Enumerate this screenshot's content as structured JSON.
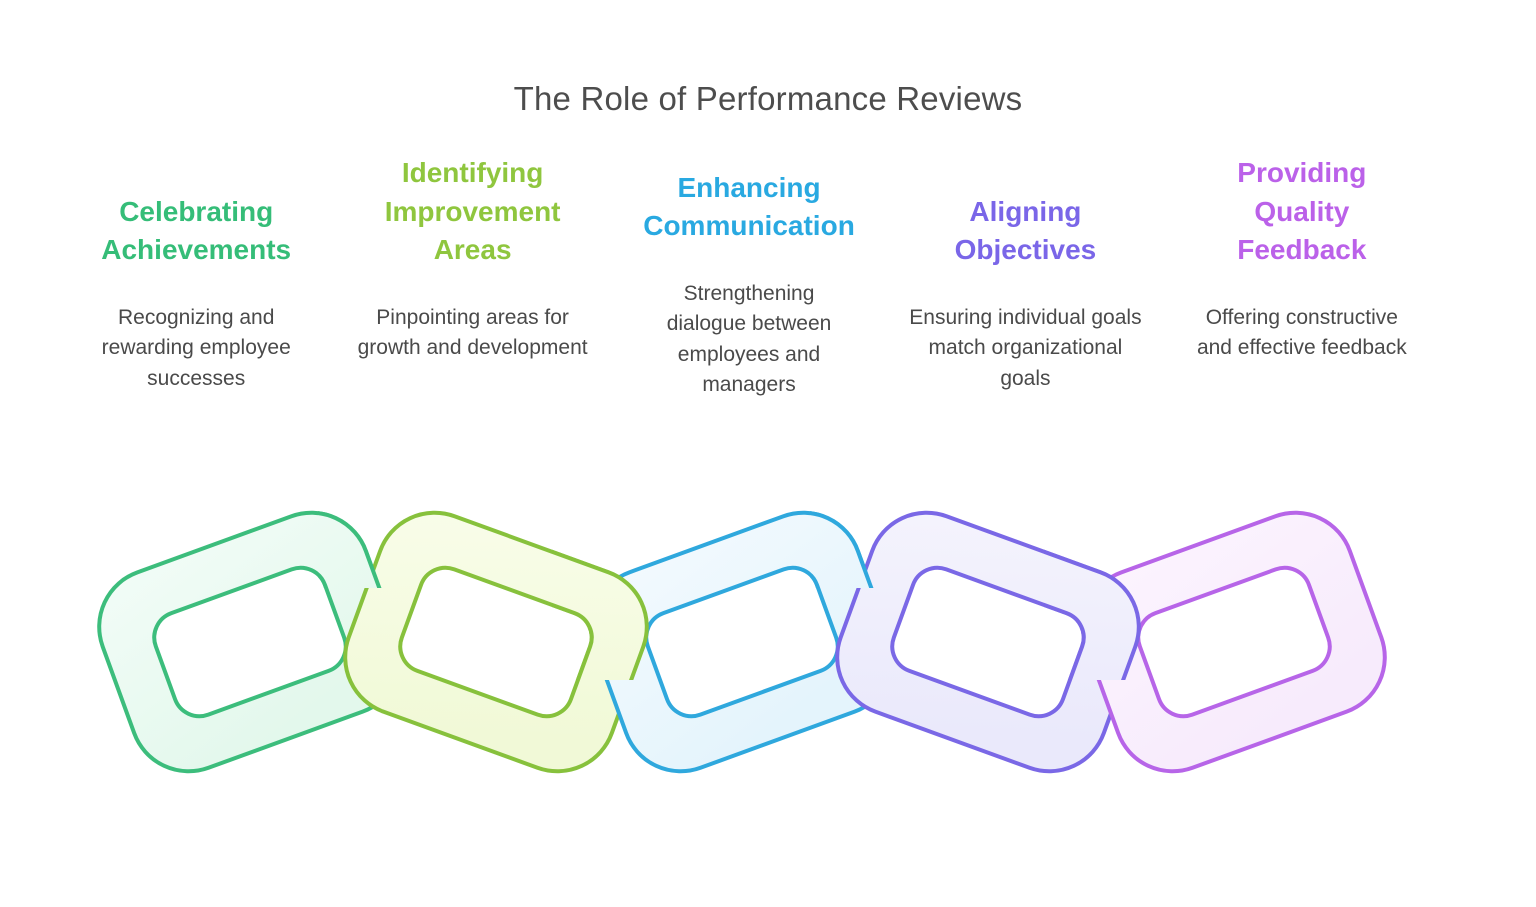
{
  "title": "The Role of Performance Reviews",
  "text_colors": {
    "title": "#4d4d4d",
    "description": "#4a4a4a"
  },
  "columns": [
    {
      "heading": "Celebrating Achievements",
      "description": "Recognizing and rewarding employee successes",
      "color": "#35bd78"
    },
    {
      "heading": "Identifying Improvement Areas",
      "description": "Pinpointing areas for growth and development",
      "color": "#8fc63e"
    },
    {
      "heading": "Enhancing Communication",
      "description": "Strengthening dialogue between employees and managers",
      "color": "#29a9e1"
    },
    {
      "heading": "Aligning Objectives",
      "description": "Ensuring individual goals match organizational goals",
      "color": "#7a66e8"
    },
    {
      "heading": "Providing Quality Feedback",
      "description": "Offering constructive and effective feedback",
      "color": "#bb61e9"
    }
  ],
  "chain": {
    "links": [
      {
        "name": "celebrating-achievements-link",
        "stroke": "#3cbd7c",
        "fill": "#e3f8ec",
        "fill_light": "#f2fcf7"
      },
      {
        "name": "identifying-improvement-areas-link",
        "stroke": "#87c13c",
        "fill": "#f1f9d7",
        "fill_light": "#f9fdea"
      },
      {
        "name": "enhancing-communication-link",
        "stroke": "#2fa8dd",
        "fill": "#e4f4fc",
        "fill_light": "#f3fafe"
      },
      {
        "name": "aligning-objectives-link",
        "stroke": "#7a68e6",
        "fill": "#eae9fb",
        "fill_light": "#f5f4fd"
      },
      {
        "name": "providing-quality-feedback-link",
        "stroke": "#b765e8",
        "fill": "#f7ebfc",
        "fill_light": "#fcf4fe"
      }
    ]
  }
}
